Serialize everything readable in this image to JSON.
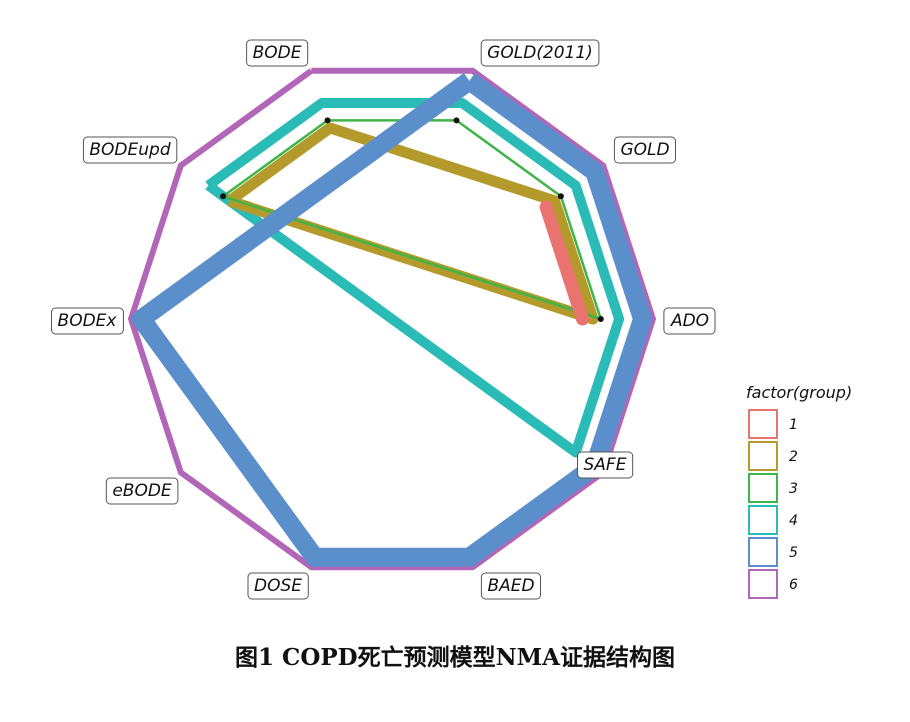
{
  "caption": "图1 COPD死亡预测模型NMA证据结构图",
  "legend": {
    "title": "factor(group)",
    "items": [
      {
        "label": "1",
        "color": "#E8736F"
      },
      {
        "label": "2",
        "color": "#B49A2A"
      },
      {
        "label": "3",
        "color": "#3DB548"
      },
      {
        "label": "4",
        "color": "#2BBBB7"
      },
      {
        "label": "5",
        "color": "#5B8FCB"
      },
      {
        "label": "6",
        "color": "#B266B8"
      }
    ]
  },
  "chart_data": {
    "type": "network",
    "nodes": [
      "GOLD(2011)",
      "GOLD",
      "ADO",
      "SAFE",
      "BAED",
      "DOSE",
      "eBODE",
      "BODEx",
      "BODEupd",
      "BODE"
    ],
    "edges": [
      {
        "group": "6",
        "path": [
          "BODE",
          "GOLD(2011)",
          "GOLD",
          "ADO",
          "SAFE",
          "BAED",
          "DOSE",
          "eBODE",
          "BODEx",
          "BODEupd",
          "BODE"
        ]
      },
      {
        "group": "5",
        "path": [
          "GOLD(2011)",
          "GOLD",
          "ADO",
          "SAFE",
          "BAED",
          "DOSE",
          "BODEx",
          "GOLD(2011)"
        ]
      },
      {
        "group": "4",
        "path": [
          "BODEupd",
          "BODE",
          "GOLD(2011)",
          "GOLD",
          "ADO",
          "SAFE",
          "BODEupd"
        ]
      },
      {
        "group": "3",
        "path": [
          "BODEupd",
          "BODE",
          "GOLD(2011)",
          "GOLD",
          "ADO",
          "BODEupd"
        ]
      },
      {
        "group": "2",
        "path": [
          "BODEupd",
          "BODE",
          "GOLD",
          "ADO",
          "BODEupd"
        ]
      },
      {
        "group": "1",
        "path": [
          "GOLD",
          "ADO"
        ]
      }
    ]
  }
}
